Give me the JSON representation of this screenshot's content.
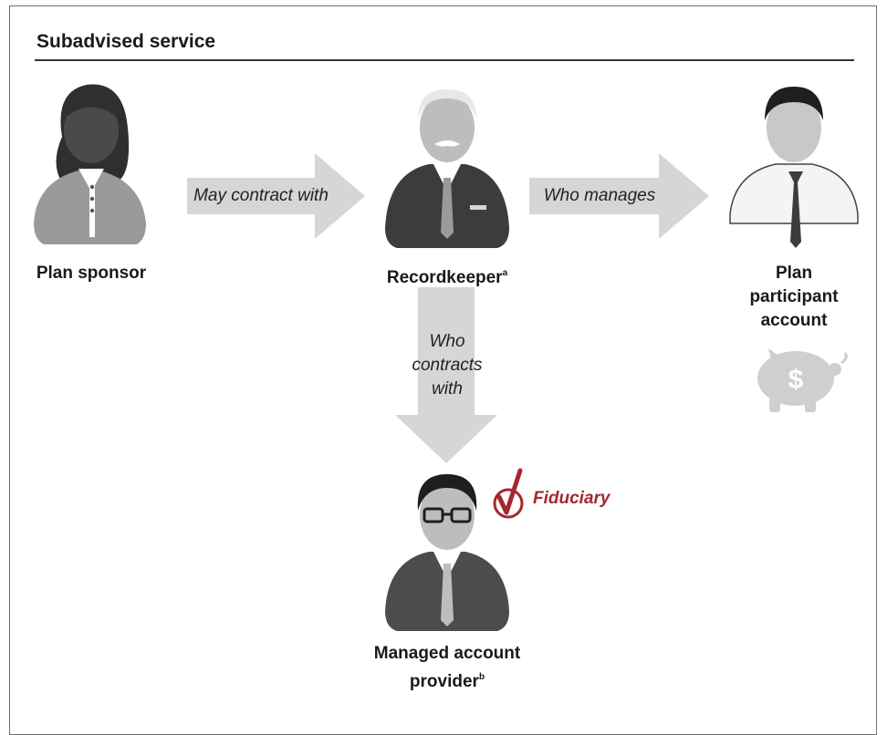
{
  "title": "Subadvised service",
  "nodes": {
    "plan_sponsor": "Plan sponsor",
    "recordkeeper": "Recordkeeper",
    "recordkeeper_note": "a",
    "plan_participant_line1": "Plan",
    "plan_participant_line2": "participant",
    "plan_participant_line3": "account",
    "managed_provider_line1": "Managed account",
    "managed_provider_line2": "provider",
    "managed_provider_note": "b"
  },
  "edges": {
    "sponsor_to_recordkeeper": "May contract with",
    "recordkeeper_to_participant": "Who manages",
    "recordkeeper_to_provider_line1": "Who",
    "recordkeeper_to_provider_line2": "contracts",
    "recordkeeper_to_provider_line3": "with"
  },
  "badge": {
    "label": "Fiduciary",
    "icon": "checkmark-icon"
  },
  "piggy_bank": {
    "label": "$",
    "icon": "piggy-bank-icon"
  },
  "colors": {
    "accent": "#a3282f",
    "arrow": "#d6d6d6",
    "figure_dark": "#3c3c3c",
    "figure_mid": "#7a7a7a",
    "figure_light": "#bdbdbd"
  }
}
